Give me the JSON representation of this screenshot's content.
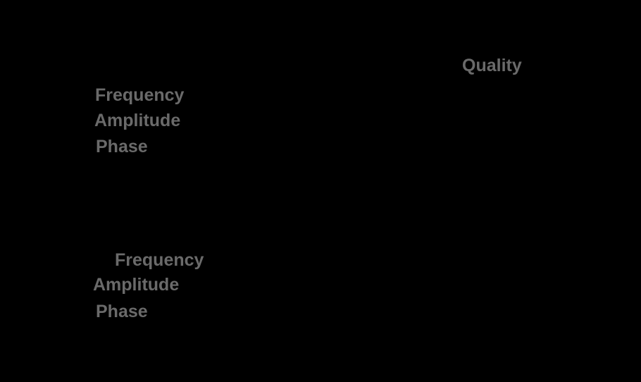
{
  "screen": {
    "background": "#000000",
    "label_color": "#6a6a6a"
  },
  "quality": {
    "label": "Quality"
  },
  "control_groups": [
    {
      "id": "control-group-1",
      "labels": {
        "frequency": "Frequency",
        "amplitude": "Amplitude",
        "phase": "Phase"
      }
    },
    {
      "id": "control-group-2",
      "labels": {
        "frequency": "Frequency",
        "amplitude": "Amplitude",
        "phase": "Phase"
      }
    }
  ]
}
